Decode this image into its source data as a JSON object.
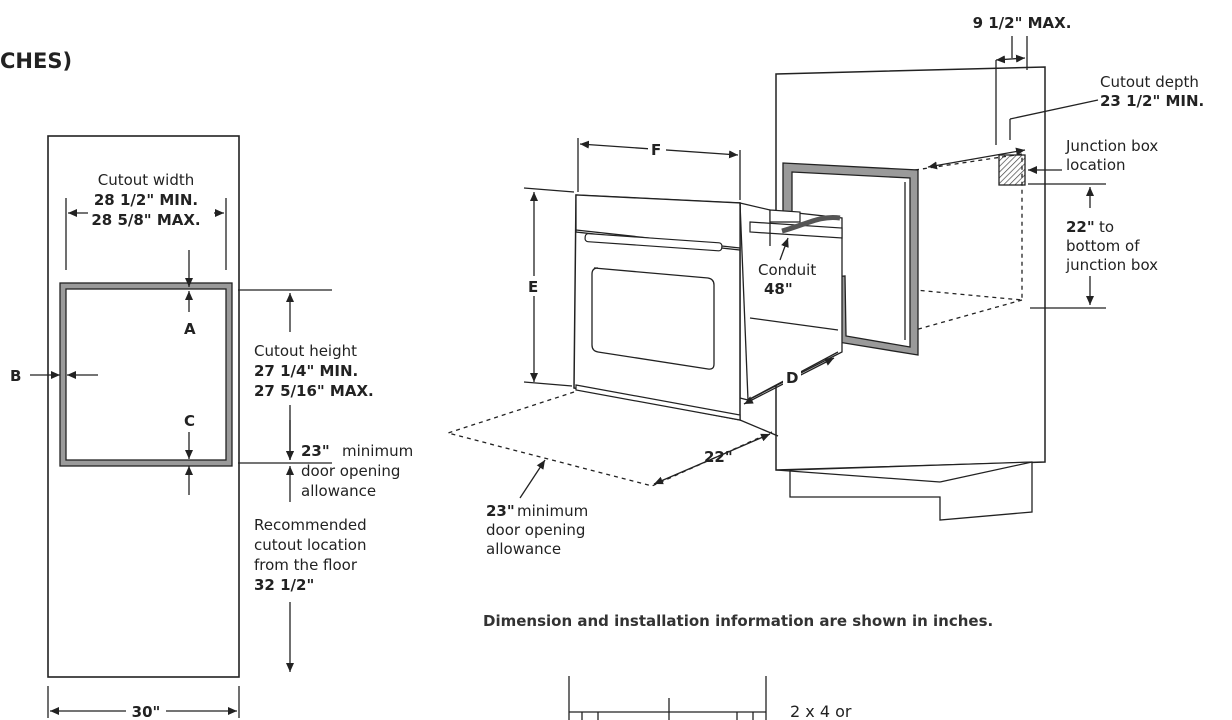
{
  "header": {
    "title_fragment": "CHES)"
  },
  "front_view": {
    "cutout_width_label": "Cutout width",
    "cutout_width_min": "28 1/2\" MIN.",
    "cutout_width_max": "28 5/8\" MAX.",
    "letter_a": "A",
    "letter_b": "B",
    "letter_c": "C",
    "cutout_height_label": "Cutout height",
    "cutout_height_min": "27 1/4\" MIN.",
    "cutout_height_max": "27 5/16\" MAX.",
    "door_allowance_value": "23\"",
    "door_allowance_line1": "minimum",
    "door_allowance_line2": "door opening",
    "door_allowance_line3": "allowance",
    "recommended_line1": "Recommended",
    "recommended_line2": "cutout location",
    "recommended_line3": "from the floor",
    "recommended_value": "32 1/2\"",
    "cabinet_width": "30\""
  },
  "iso_view": {
    "max_dim": "9 1/2\" MAX.",
    "cutout_depth_label": "Cutout depth",
    "cutout_depth_min": "23 1/2\" MIN.",
    "junction_line1": "Junction box",
    "junction_line2": "location",
    "junction_height_value": "22\"",
    "junction_height_line1": "to",
    "junction_height_line2": "bottom of",
    "junction_height_line3": "junction box",
    "letter_f": "F",
    "letter_e": "E",
    "letter_d": "D",
    "conduit_label": "Conduit",
    "conduit_value": "48\"",
    "depth_22": "22\"",
    "door_allowance_value": "23\"",
    "door_allowance_line1": "minimum",
    "door_allowance_line2": "door opening",
    "door_allowance_line3": "allowance"
  },
  "footer_note": "Dimension and installation information are shown in inches.",
  "support_label": "2 x 4 or"
}
